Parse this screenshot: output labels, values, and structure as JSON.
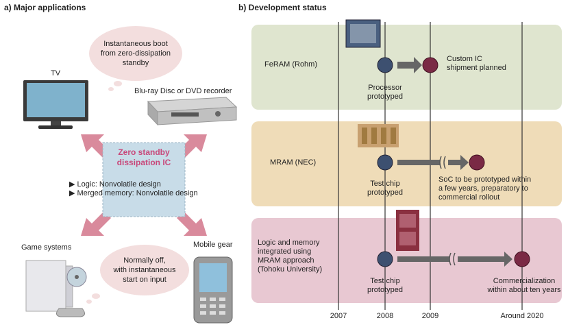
{
  "left": {
    "heading": "a) Major applications",
    "bubble_top": [
      "Instantaneous boot",
      "from zero-dissipation",
      "standby"
    ],
    "tv_label": "TV",
    "recorder_label": "Blu-ray Disc or DVD recorder",
    "center_box": [
      "Zero standby",
      "dissipation IC"
    ],
    "bullets": [
      "▶ Logic: Nonvolatile design",
      "▶ Merged memory: Nonvolatile design"
    ],
    "game_label": "Game systems",
    "mobile_label": "Mobile gear",
    "bubble_bottom": [
      "Normally off,",
      "with instantaneous",
      "start on input"
    ]
  },
  "right": {
    "heading": "b) Development status",
    "rows": [
      {
        "name": [
          "FeRAM (Rohm)"
        ],
        "start_label": [
          "Processor",
          "prototyped"
        ],
        "end_label": [
          "Custom IC",
          "shipment planned"
        ],
        "band_color": "#dfe5cf"
      },
      {
        "name": [
          "MRAM (NEC)"
        ],
        "start_label": [
          "Test chip",
          "prototyped"
        ],
        "end_label": [
          "SoC to be prototyped within",
          "a few years, preparatory to",
          "commercial rollout"
        ],
        "band_color": "#efdcb8"
      },
      {
        "name": [
          "Logic and memory",
          "integrated using",
          "MRAM approach",
          "(Tohoku University)"
        ],
        "start_label": [
          "Test chip",
          "prototyped"
        ],
        "end_label": [
          "Commercialization",
          "within about ten years"
        ],
        "band_color": "#e8c8d2"
      }
    ],
    "years": [
      "2007",
      "2008",
      "2009",
      "Around 2020"
    ]
  },
  "colors": {
    "pink_arrow": "#d98a9c",
    "center_text": "#c8487a",
    "start_node": "#3d5070",
    "end_node": "#7a2a45",
    "arrow_gray": "#666666"
  }
}
